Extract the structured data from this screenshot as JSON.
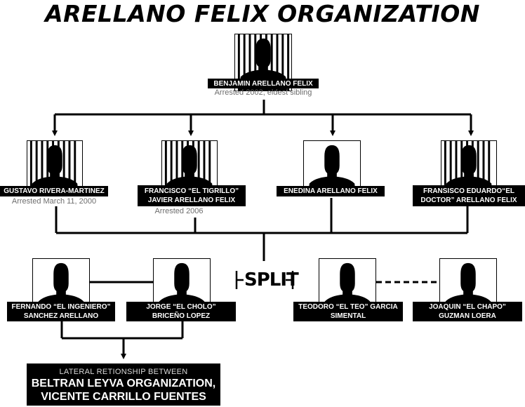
{
  "title": "ARELLANO FELIX ORGANIZATION",
  "root": {
    "name": "BENJAMIN ARELLANO FELIX",
    "note": "Arrested 2002, eldest sibling",
    "status": "arrested"
  },
  "second_row": [
    {
      "name": "GUSTAVO RIVERA-MARTINEZ",
      "note": "Arrested March 11, 2000",
      "status": "arrested"
    },
    {
      "name": "FRANCISCO “EL TIGRILLO” JAVIER ARELLANO FELIX",
      "note": "Arrested 2006",
      "status": "arrested"
    },
    {
      "name": "ENEDINA ARELLANO FELIX",
      "note": "",
      "status": "free"
    },
    {
      "name": "FRANSISCO EDUARDO“EL DOCTOR” ARELLANO FELIX",
      "note": "",
      "status": "arrested"
    }
  ],
  "split_label": "SPLIT",
  "third_row": [
    {
      "name": "FERNANDO “EL INGENIERO” SANCHEZ ARELLANO",
      "status": "free"
    },
    {
      "name": "JORGE “EL CHOLO” BRICEÑO LOPEZ",
      "status": "free"
    },
    {
      "name": "TEODORO “EL TEO” GARCIA SIMENTAL",
      "status": "free"
    },
    {
      "name": "JOAQUIN “EL CHAPO” GUZMAN LOERA",
      "status": "free"
    }
  ],
  "bottom": {
    "subtitle": "LATERAL RETIONSHIP BETWEEN",
    "line1": "BELTRAN LEYVA ORGANIZATION,",
    "line2": "VICENTE CARRILLO FUENTES"
  },
  "icons": {
    "silhouette": "person-silhouette-icon",
    "bars": "prison-bars-icon",
    "arrow": "arrow-down-icon"
  }
}
